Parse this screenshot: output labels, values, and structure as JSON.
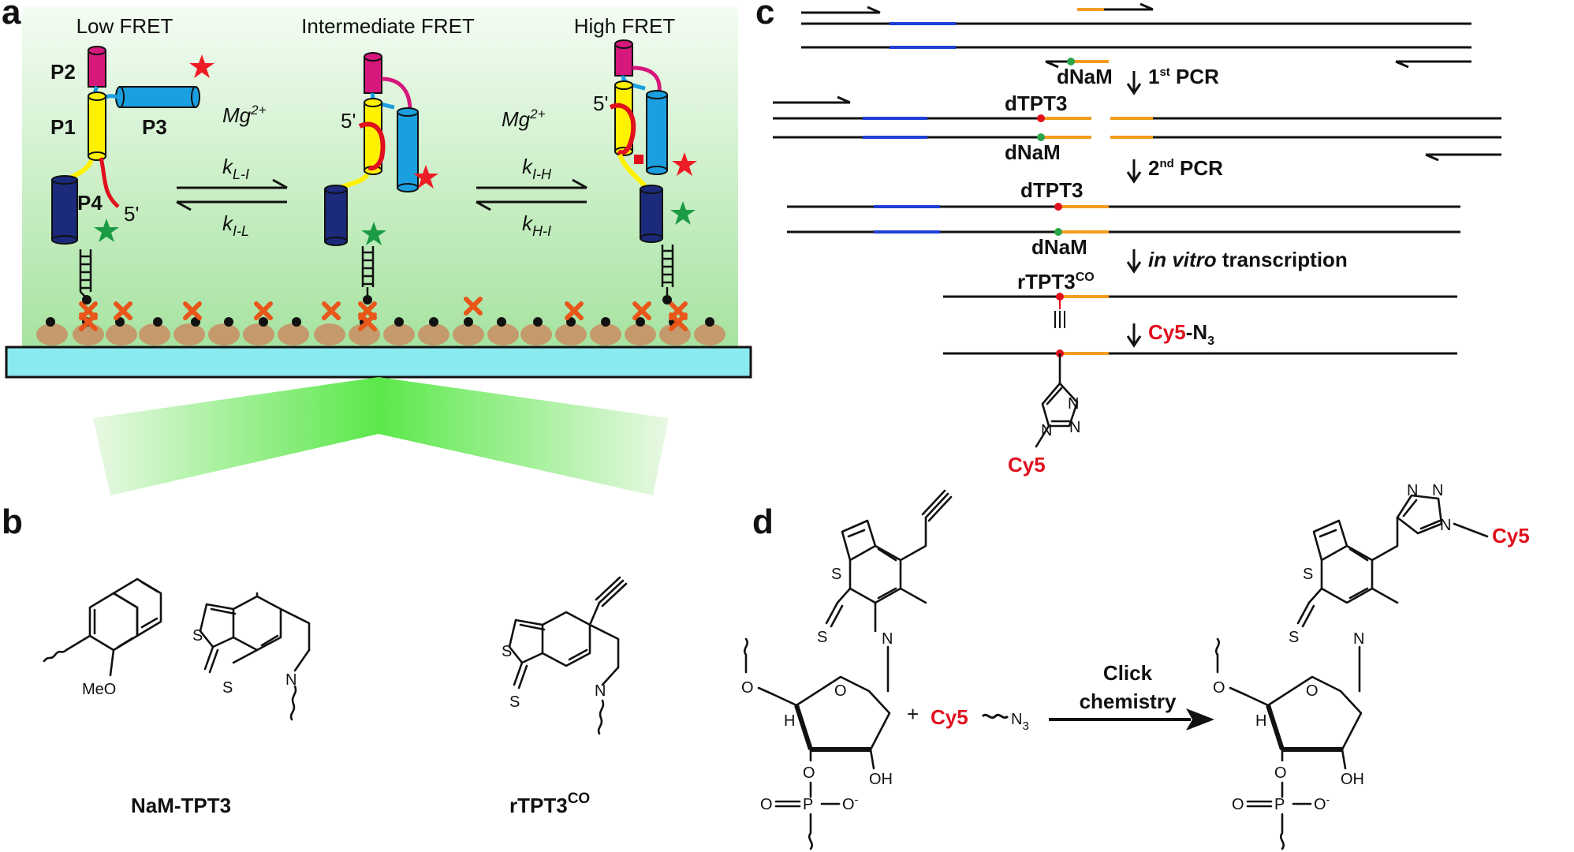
{
  "panel_letters": {
    "a": "a",
    "b": "b",
    "c": "c",
    "d": "d"
  },
  "panel_a": {
    "states": [
      "Low FRET",
      "Intermediate FRET",
      "High FRET"
    ],
    "helices": {
      "p1": "P1",
      "p2": "P2",
      "p3": "P3",
      "p4": "P4"
    },
    "five_prime": "5'",
    "mg": "Mg",
    "mg_charge": "2+",
    "rates": {
      "k_LI": {
        "k": "k",
        "sub": "L-I"
      },
      "k_IL": {
        "k": "k",
        "sub": "I-L"
      },
      "k_IH": {
        "k": "k",
        "sub": "I-H"
      },
      "k_HI": {
        "k": "k",
        "sub": "H-I"
      }
    },
    "colors": {
      "bg_top": "#ffffff",
      "bg_bottom": "#a6e3a0",
      "p2": "#d6177b",
      "p1": "#fff200",
      "p3": "#1aa0e0",
      "p4": "#1b2a7a",
      "strand": "#e0101d",
      "star_red": "#ee1c25",
      "star_green": "#1a9b44",
      "cross": "#e8561a",
      "bead": "#c49a6c",
      "slide": "#8be9f0"
    }
  },
  "panel_b": {
    "label1": "NaM-TPT3",
    "label2_main": "rTPT3",
    "label2_sup": "CO",
    "atoms": {
      "s": "S",
      "n": "N",
      "meo": "MeO"
    }
  },
  "panel_c": {
    "dnam": "dNaM",
    "dtpt3": "dTPT3",
    "step1_main": "1",
    "step1_sup": "st",
    "step1_rest": " PCR",
    "step2_main": "2",
    "step2_sup": "nd",
    "step2_rest": " PCR",
    "step3_ital": "in vitro",
    "step3_rest": " transcription",
    "rtpt3": "rTPT3",
    "rtpt3_sup": "CO",
    "cy5": "Cy5",
    "n3_main": "-N",
    "n3_sub": "3",
    "atoms": {
      "n": "N"
    },
    "colors": {
      "orange": "#f39c1f",
      "blue": "#1f3fd6",
      "red_dot": "#e0101d",
      "green_dot": "#2ca44a"
    }
  },
  "panel_d": {
    "plus": "+",
    "cy5": "Cy5",
    "n3_main": "N",
    "n3_sub": "3",
    "click1": "Click",
    "click2": "chemistry",
    "atoms": {
      "s": "S",
      "n": "N",
      "o": "O",
      "oh": "OH",
      "h": "H",
      "p": "P",
      "o_minus": "O",
      "minus": "-"
    },
    "cy5_product": "Cy5"
  }
}
